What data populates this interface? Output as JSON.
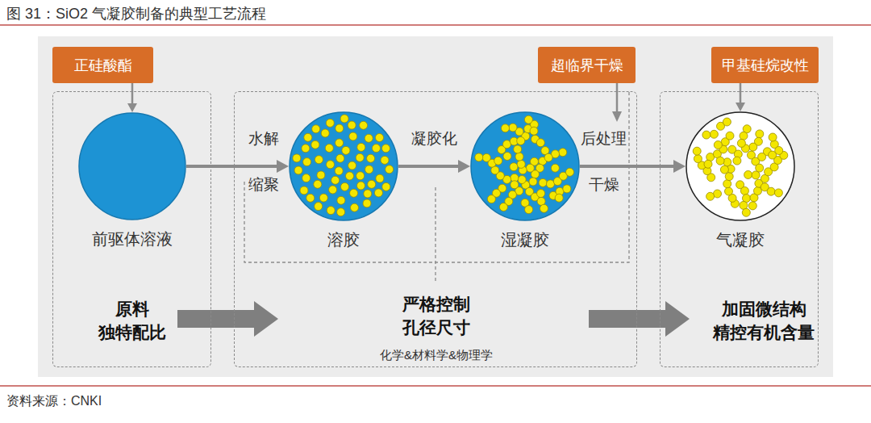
{
  "diagram": {
    "title": "图 31：SiO2 气凝胶制备的典型工艺流程",
    "nodes": [
      {
        "text": [
          "正硅酸酯"
        ]
      },
      {
        "text": [
          "超临界干燥"
        ]
      },
      {
        "text": [
          "甲基硅烷改性"
        ]
      },
      {
        "text": [
          "原料 独特配比"
        ]
      },
      {
        "text": [
          "前驱体溶液"
        ],
        "in": 3
      },
      {
        "text": [
          "严格控制 孔径尺寸",
          "化学&材料学&物理学"
        ]
      },
      {
        "text": [
          "溶胶"
        ],
        "in": 5
      },
      {
        "text": [
          "湿凝胶"
        ],
        "in": 5
      },
      {
        "text": [
          "加固微结构 精控有机含量"
        ]
      },
      {
        "text": [
          "气凝胶"
        ],
        "in": 8
      }
    ],
    "edges": [
      {
        "from": 0,
        "to": 4,
        "arrow": "to"
      },
      {
        "from": 4,
        "to": 6,
        "label": "水解",
        "arrow": "to"
      },
      {
        "from": 6,
        "to": 7,
        "label": "凝胶化",
        "arrow": "to"
      },
      {
        "from": 7,
        "to": 9,
        "label": "后处理",
        "arrow": "to"
      },
      {
        "from": 2,
        "to": 9,
        "arrow": "to"
      },
      {
        "from": 3,
        "to": 5,
        "arrow": "to"
      },
      {
        "from": 5,
        "to": 8,
        "arrow": "to"
      }
    ],
    "labels": [
      "缩聚",
      "干燥",
      "资料来源：CNKI"
    ]
  }
}
